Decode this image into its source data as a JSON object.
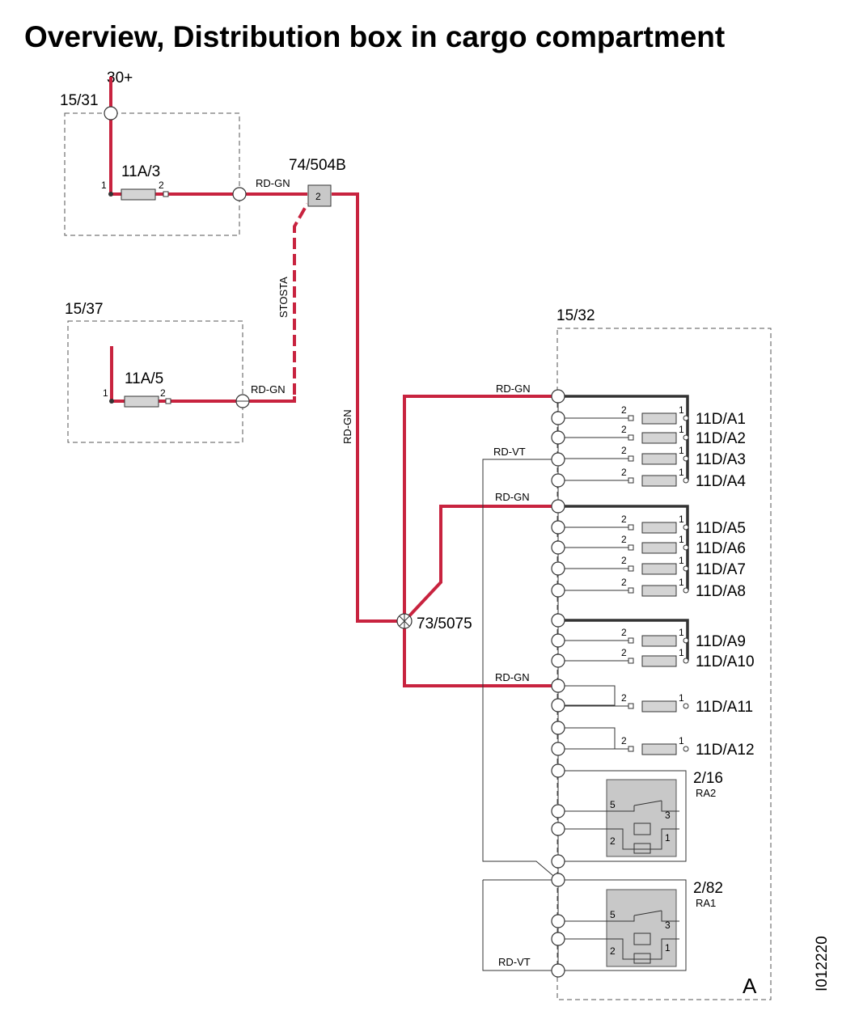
{
  "title": "Overview, Distribution box in cargo compartment",
  "doc_id": "I012220",
  "corner_letter": "A",
  "colors": {
    "wire_red": "#c8233f",
    "box_dash": "#555555",
    "fuse_fill": "#d4d4d4",
    "relay_fill": "#c8c8c8"
  },
  "supply": "30+",
  "boxes": {
    "b1": "15/31",
    "b2": "15/37",
    "b3": "15/32"
  },
  "fuses": {
    "f1": "11A/3",
    "f2": "11A/5"
  },
  "connector_main": {
    "label": "74/504B",
    "pin": "2"
  },
  "splice": "73/5075",
  "wire_labels": {
    "rdgn": "RD-GN",
    "rdvt": "RD-VT",
    "stosta": "STOSTA"
  },
  "pin_numbers": {
    "p1": "1",
    "p2": "2",
    "p3": "3",
    "p5": "5"
  },
  "fuse_rows": [
    "11D/A1",
    "11D/A2",
    "11D/A3",
    "11D/A4",
    "11D/A5",
    "11D/A6",
    "11D/A7",
    "11D/A8",
    "11D/A9",
    "11D/A10",
    "11D/A11",
    "11D/A12"
  ],
  "relays": [
    {
      "label": "2/16",
      "sub": "RA2"
    },
    {
      "label": "2/82",
      "sub": "RA1"
    }
  ]
}
